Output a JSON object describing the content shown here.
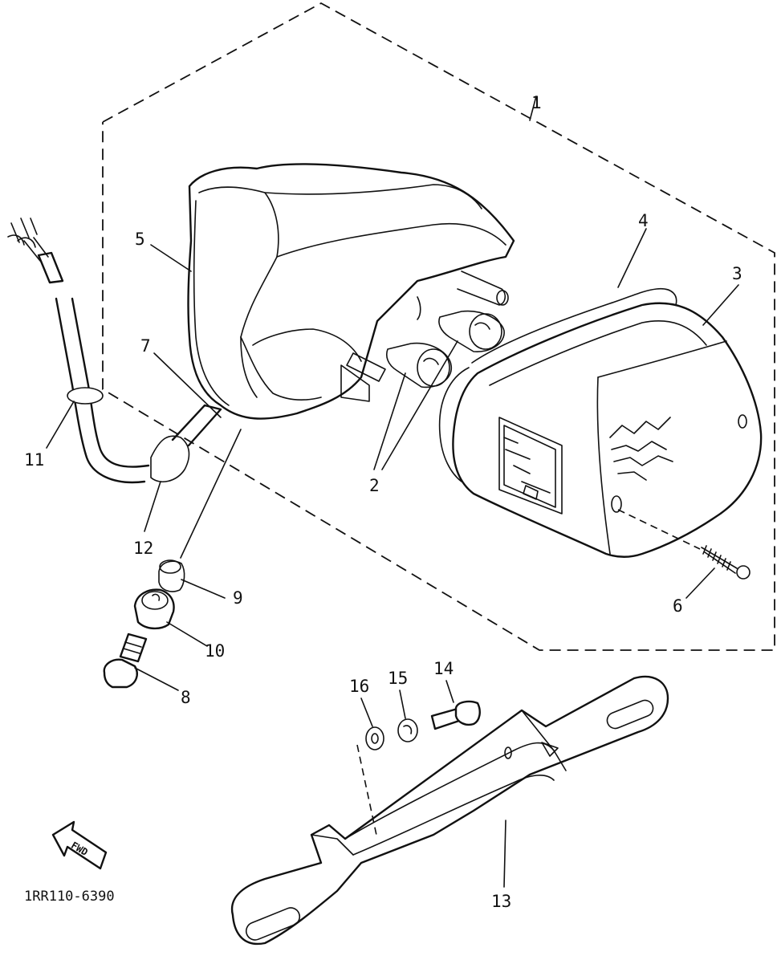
{
  "diagram": {
    "part_code": "1RR110-6390",
    "direction_label": "FWD",
    "callouts": {
      "c1": "1",
      "c2": "2",
      "c3": "3",
      "c4": "4",
      "c5": "5",
      "c6": "6",
      "c7": "7",
      "c8": "8",
      "c9": "9",
      "c10": "10",
      "c11": "11",
      "c12": "12",
      "c13": "13",
      "c14": "14",
      "c15": "15",
      "c16": "16"
    }
  }
}
